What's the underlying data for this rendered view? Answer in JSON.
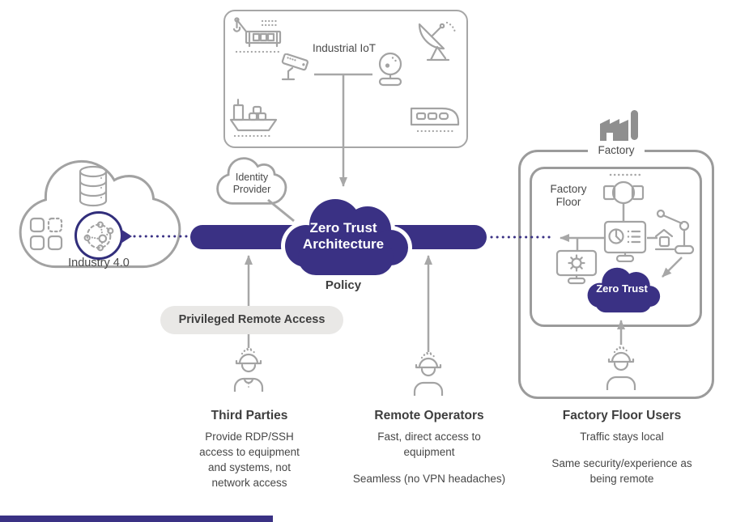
{
  "colors": {
    "indigo": "#3a3184",
    "line_gray": "#a6a6a6",
    "icon_gray": "#a3a3a3",
    "text_dark": "#454545",
    "heading_dark": "#3e3e3e",
    "pill_bg": "#e9e8e6",
    "factory_icon_gray": "#8f8f8f"
  },
  "iot_box": {
    "label": "Industrial IoT",
    "icons": [
      "crane-icon",
      "satellite-dish-icon",
      "cctv-camera-icon",
      "webcam-icon",
      "ship-icon",
      "train-icon"
    ]
  },
  "industry40": {
    "label": "Industry 4.0",
    "icons": [
      "database-icon",
      "app-grid-icon",
      "network-nodes-icon"
    ]
  },
  "identity_provider": {
    "label": "Identity Provider"
  },
  "zero_trust_architecture": {
    "label": "Zero Trust Architecture",
    "policy_label": "Policy"
  },
  "privileged_remote_access": {
    "label": "Privileged Remote Access"
  },
  "factory": {
    "label": "Factory",
    "floor_label": "Factory Floor",
    "zero_trust_label": "Zero Trust",
    "icons": [
      "factory-icon",
      "machine-icon",
      "dashboard-monitor-icon",
      "gear-monitor-icon",
      "robot-arm-icon",
      "worker-icon"
    ]
  },
  "personas": [
    {
      "heading": "Third Parties",
      "paragraphs": [
        "Provide RDP/SSH access to equipment and systems, not network access"
      ]
    },
    {
      "heading": "Remote Operators",
      "paragraphs": [
        "Fast, direct access to equipment",
        "Seamless (no VPN headaches)"
      ]
    },
    {
      "heading": "Factory Floor Users",
      "paragraphs": [
        "Traffic stays local",
        "Same security/experience as being remote"
      ]
    }
  ]
}
